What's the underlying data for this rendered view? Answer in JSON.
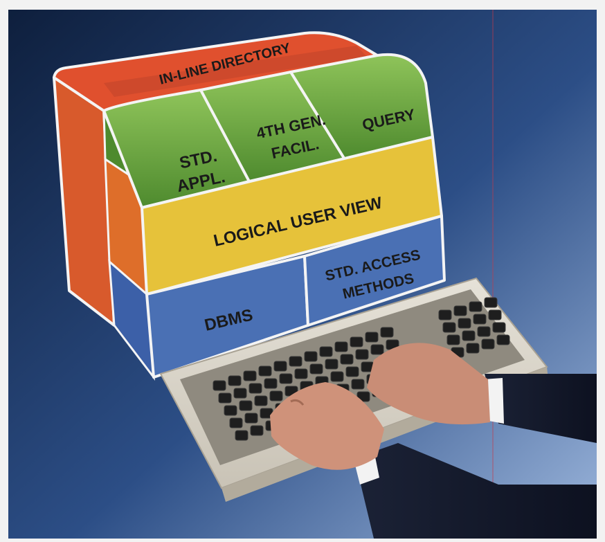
{
  "labels": {
    "directory": "IN-LINE DIRECTORY",
    "std_appl_line1": "STD.",
    "std_appl_line2": "APPL.",
    "gen_facil_line1": "4TH GEN.",
    "gen_facil_line2": "FACIL.",
    "query": "QUERY",
    "logical_user_view": "LOGICAL USER VIEW",
    "std_access_line1": "STD. ACCESS",
    "std_access_line2": "METHODS",
    "dbms": "DBMS"
  },
  "colors": {
    "directory": "#e0502e",
    "applications": "#5f9a3a",
    "logical_view": "#e8c43c",
    "data_layer": "#4a73b8",
    "side_orange": "#d8602e",
    "background": "#1f3a66"
  }
}
